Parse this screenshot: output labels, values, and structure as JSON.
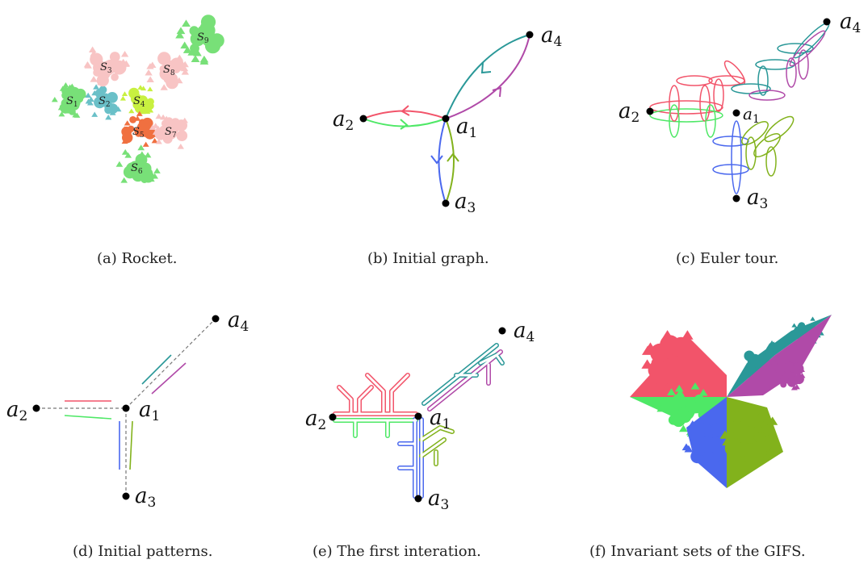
{
  "points": {
    "a1": {
      "name": "a",
      "sub": "1"
    },
    "a2": {
      "name": "a",
      "sub": "2"
    },
    "a3": {
      "name": "a",
      "sub": "3"
    },
    "a4": {
      "name": "a",
      "sub": "4"
    }
  },
  "rocket_pieces": [
    {
      "name": "S",
      "sub": "1"
    },
    {
      "name": "S",
      "sub": "2"
    },
    {
      "name": "S",
      "sub": "3"
    },
    {
      "name": "S",
      "sub": "4"
    },
    {
      "name": "S",
      "sub": "5"
    },
    {
      "name": "S",
      "sub": "6"
    },
    {
      "name": "S",
      "sub": "7"
    },
    {
      "name": "S",
      "sub": "8"
    },
    {
      "name": "S",
      "sub": "9"
    }
  ],
  "colors": {
    "red": "#f2546a",
    "green": "#4ee866",
    "blue": "#4a68ee",
    "olive": "#82b21c",
    "teal": "#2a9898",
    "magenta": "#b04aa8",
    "pink": "#f8c4c4",
    "light_green": "#78e078",
    "cyan": "#6ac0c8",
    "lime": "#c8f040",
    "orange": "#f07040"
  },
  "captions": {
    "a": "(a) Rocket.",
    "b": "(b) Initial graph.",
    "c": "(c) Euler tour.",
    "d": "(d) Initial patterns.",
    "e": "(e) The first interation.",
    "f": "(f) Invariant sets of the GIFS."
  }
}
